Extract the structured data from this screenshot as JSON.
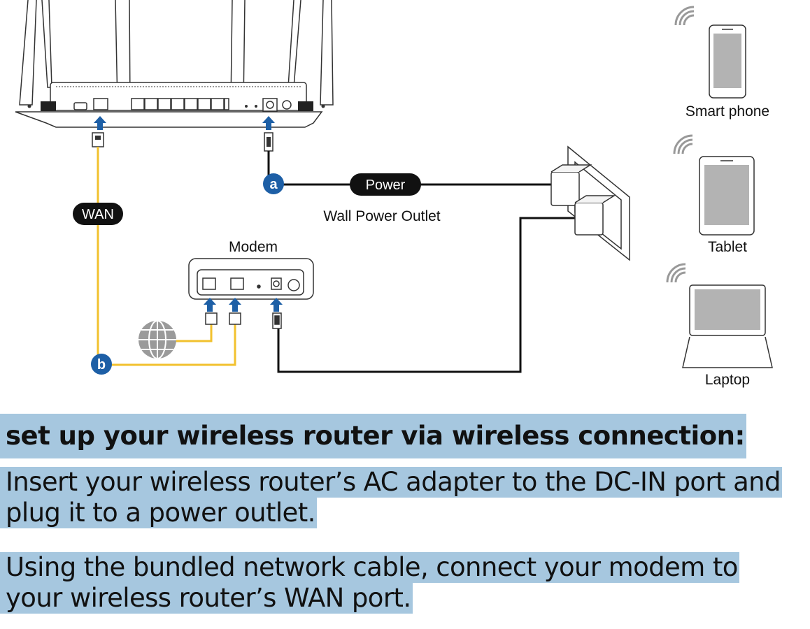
{
  "diagram": {
    "labels": {
      "power": "Power",
      "wan": "WAN",
      "wall_outlet": "Wall Power Outlet",
      "modem": "Modem",
      "marker_a": "a",
      "marker_b": "b"
    },
    "devices": {
      "smart_phone": "Smart phone",
      "tablet": "Tablet",
      "laptop": "Laptop"
    },
    "colors": {
      "wan_cable": "#f2c12e",
      "power_cable": "#111111",
      "arrow": "#1d5fa6",
      "marker": "#1d5fa6",
      "highlight": "#a6c7df"
    }
  },
  "instructions": {
    "heading": "set up your wireless router via wireless connection:",
    "step1_line1": "Insert your wireless router’s AC adapter to the DC-IN port and",
    "step1_line2": "plug it to a power outlet.",
    "step2_line1": "Using the bundled network cable, connect your modem to",
    "step2_line2": "your wireless router’s WAN port."
  }
}
